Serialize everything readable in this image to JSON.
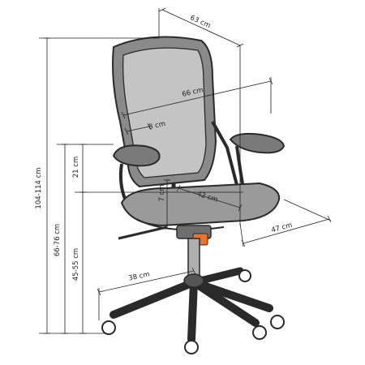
{
  "figure": {
    "subject": "office-chair",
    "colors": {
      "outline": "#2a2a2a",
      "mesh": "#bfbfbf",
      "body": "#8a8a8a",
      "accent": "#e8752a",
      "dimension_line": "#222222",
      "background": "#ffffff"
    }
  },
  "dimensions": {
    "depth_top": "63 cm",
    "width_arms": "66 cm",
    "armrest_width": "8 cm",
    "armrest_height": "21 cm",
    "seat_to_backrest": "7 cm",
    "seat_depth": "42 cm",
    "seat_width": "47 cm",
    "base_radius": "38 cm",
    "total_height": "104-114 cm",
    "armrest_floor": "66-76 cm",
    "seat_height": "45-55 cm"
  }
}
